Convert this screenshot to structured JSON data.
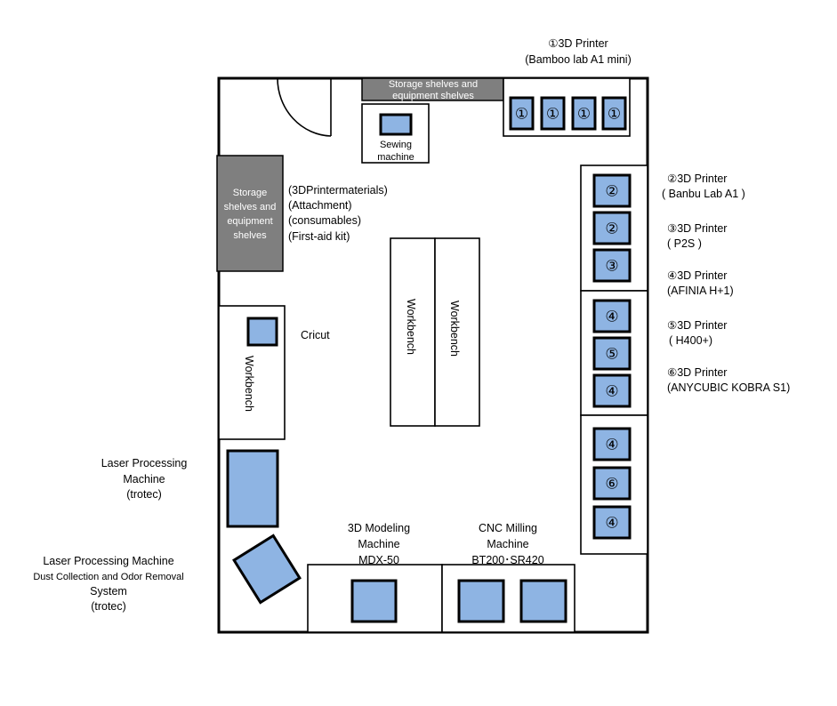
{
  "colors": {
    "equipment": "#8eb4e3",
    "shelf": "#7f7f7f",
    "wall": "#000000"
  },
  "top_shelf": {
    "line1": "Storage shelves and",
    "line2": "equipment shelves"
  },
  "sewing": {
    "line1": "Sewing",
    "line2": "machine"
  },
  "left_shelf": {
    "lines": [
      "Storage",
      "shelves and",
      "equipment",
      "shelves"
    ]
  },
  "shelf_contents": [
    "(3DPrintermaterials)",
    "(Attachment)",
    "(consumables)",
    "(First-aid kit)"
  ],
  "cricut": "Cricut",
  "workbench": "Workbench",
  "printer_legend": [
    {
      "title": "①3D Printer",
      "model": "(Bamboo lab A1 mini)"
    },
    {
      "title": "②3D Printer",
      "model": "( Banbu Lab A1 )"
    },
    {
      "title": "③3D Printer",
      "model": "( P2S )"
    },
    {
      "title": "④3D Printer",
      "model": "(AFINIA H+1)"
    },
    {
      "title": "⑤3D Printer",
      "model": "( H400+)"
    },
    {
      "title": "⑥3D Printer",
      "model": "(ANYCUBIC KOBRA S1)"
    }
  ],
  "top_printers": [
    "①",
    "①",
    "①",
    "①"
  ],
  "right_printers": [
    "②",
    "②",
    "③",
    "④",
    "⑤",
    "④",
    "④",
    "⑥",
    "④"
  ],
  "laser": {
    "lines": [
      "Laser Processing",
      "Machine",
      "(trotec)"
    ]
  },
  "dust": {
    "lines": [
      "Laser Processing Machine",
      "Dust Collection and Odor Removal",
      "System",
      "(trotec)"
    ]
  },
  "modeling": {
    "lines": [
      "3D Modeling",
      "Machine",
      "MDX-50"
    ]
  },
  "cnc": {
    "lines": [
      "CNC Milling",
      "Machine",
      "BT200･SR420"
    ]
  }
}
